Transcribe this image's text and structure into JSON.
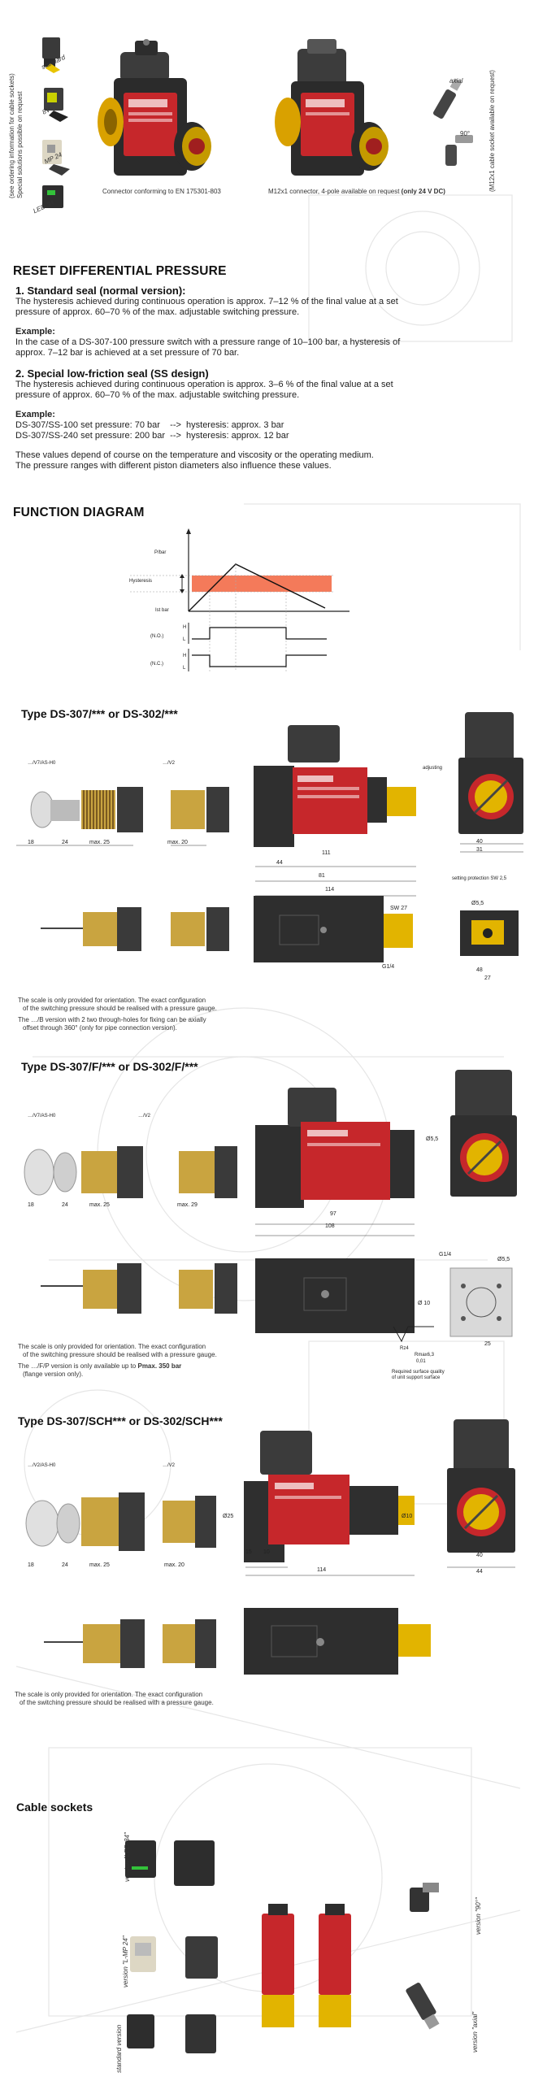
{
  "intro": {
    "side_note_line1": "(see ordering information for cable sockets)",
    "side_note_line2": "Special solutions possible on request",
    "sockets": [
      "standard",
      "8V",
      "MP 24",
      "LED-34"
    ],
    "caption_left": "Connector conforming to EN 175301-803",
    "caption_right_prefix": "M12x1 connector, 4-pole available on request ",
    "caption_right_bold": "(only 24 V DC)",
    "right_vertical": "(M12x1 cable socket available on request)",
    "label_axial": "axial",
    "label_90": "90°"
  },
  "reset": {
    "title": "RESET DIFFERENTIAL PRESSURE",
    "s1_title": "1. Standard seal (normal version):",
    "s1_text1": "The hysteresis achieved during continuous operation is approx. 7–12 % of the final value at a set",
    "s1_text2": "pressure of approx. 60–70 % of the max. adjustable switching pressure.",
    "ex1_title": "Example:",
    "ex1_text1": "In the case of a DS-307-100 pressure switch with a pressure range of 10–100 bar, a hysteresis of",
    "ex1_text2": "approx. 7–12 bar is achieved at a set pressure of 70 bar.",
    "s2_title": "2. Special low-friction seal (SS design)",
    "s2_text1": "The hysteresis achieved during continuous operation is approx. 3–6 % of the final value at a set",
    "s2_text2": "pressure of approx. 60–70 % of the max. adjustable switching pressure.",
    "ex2_title": "Example:",
    "ex2_line1": "DS-307/SS-100 set pressure: 70 bar    -->  hysteresis: approx. 3 bar",
    "ex2_line2": "DS-307/SS-240 set pressure: 200 bar  -->  hysteresis: approx. 12 bar",
    "footer1": "These values depend of course on the temperature and viscosity or the operating medium.",
    "footer2": "The pressure ranges with different piston diameters also influence these values."
  },
  "function_diagram": {
    "title": "FUNCTION DIAGRAM",
    "label_pbar": "P/bar",
    "label_hyst": "Hysteresis",
    "label_ist": "Ist bar",
    "label_no": "(N.O.)",
    "label_nc": "(N.C.)",
    "label_h": "H",
    "label_l": "L",
    "hysteresis_color": "#f47a5a"
  },
  "type1": {
    "title": "Type DS-307/*** or DS-302/***",
    "lbl_v7": "…/V7/AS-H0",
    "lbl_v2": "…/V2",
    "lbl_adjusting": "adjusting",
    "lbl_setting": "setting protection SW 2,5",
    "dims": [
      "18",
      "24",
      "max. 25",
      "max. 20",
      "44",
      "111",
      "81",
      "114",
      "40",
      "31",
      "SW 27",
      "G1/4",
      "48",
      "27",
      "Ø5,5"
    ],
    "note1": "The scale is only provided for orientation. The exact configuration",
    "note1b": "of the switching pressure should be realised with a pressure gauge.",
    "note2": "The …/B version with 2 two through-holes for fixing can be axially",
    "note2b": "offset through 360° (only for pipe connection version)."
  },
  "type2": {
    "title": "Type DS-307/F/*** or DS-302/F/***",
    "lbl_v7": "…/V7/AS-H0",
    "lbl_v2": "…/V2",
    "dims": [
      "18",
      "24",
      "max. 25",
      "max. 29",
      "97",
      "108",
      "Ø5,5",
      "G1/4",
      "Ø5,5",
      "25",
      "Ø 10"
    ],
    "note1": "The scale is only provided for orientation. The exact configuration",
    "note1b": "of the switching pressure should be realised with a pressure gauge.",
    "note2": "The …/F/P version is only available up to ",
    "note2_bold": "Pmax. 350 bar",
    "note2b": "(flange version only).",
    "surface_note1": "Required surface quality",
    "surface_note2": "of unit support surface",
    "roughness": [
      "Rz4",
      "Rmax6,3",
      "0,01"
    ]
  },
  "type3": {
    "title": "Type DS-307/SCH*** or DS-302/SCH***",
    "lbl_v7": "…/V2/AS-H0",
    "lbl_v2": "…/V2",
    "dims": [
      "18",
      "24",
      "max. 25",
      "max. 20",
      "15",
      "10",
      "114",
      "40",
      "44",
      "Ø25",
      "Ø10"
    ],
    "note1": "The scale is only provided for orientation. The exact configuration",
    "note1b": "of the switching pressure should be realised with a pressure gauge."
  },
  "cable": {
    "title": "Cable sockets",
    "version_led": "version \"LED-34\"",
    "version_mp": "version \"L-MP 24\"",
    "version_std": "standard version",
    "version_90": "version \"90°\"",
    "version_axial": "version \"axial\""
  }
}
